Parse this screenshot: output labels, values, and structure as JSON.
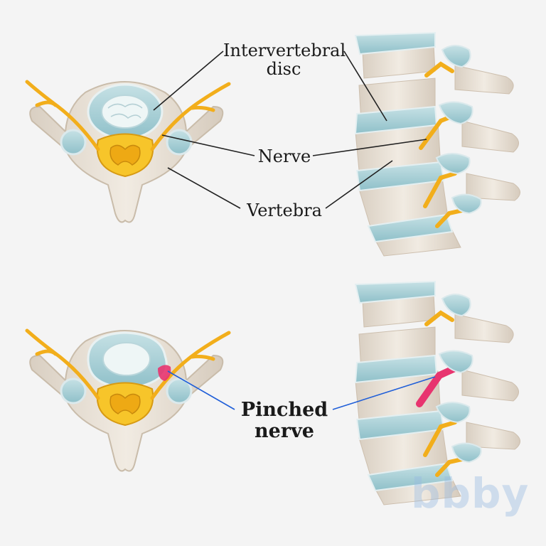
{
  "labels": {
    "intervertebral_disc_line1": "Intervertebral",
    "intervertebral_disc_line2": "disc",
    "nerve": "Nerve",
    "vertebra": "Vertebra",
    "pinched_line1": "Pinched",
    "pinched_line2": "nerve"
  },
  "watermark": "bbby",
  "colors": {
    "bone": "#ebe3d8",
    "bone_shade": "#cfc2b2",
    "disc": "#a9cfd6",
    "disc_core": "#e6f1f2",
    "nerve": "#f2ae1b",
    "spinal_cord": "#f5b81c",
    "pinch": "#e8346f",
    "leader_black": "#222222",
    "leader_blue": "#1f5ed8"
  }
}
